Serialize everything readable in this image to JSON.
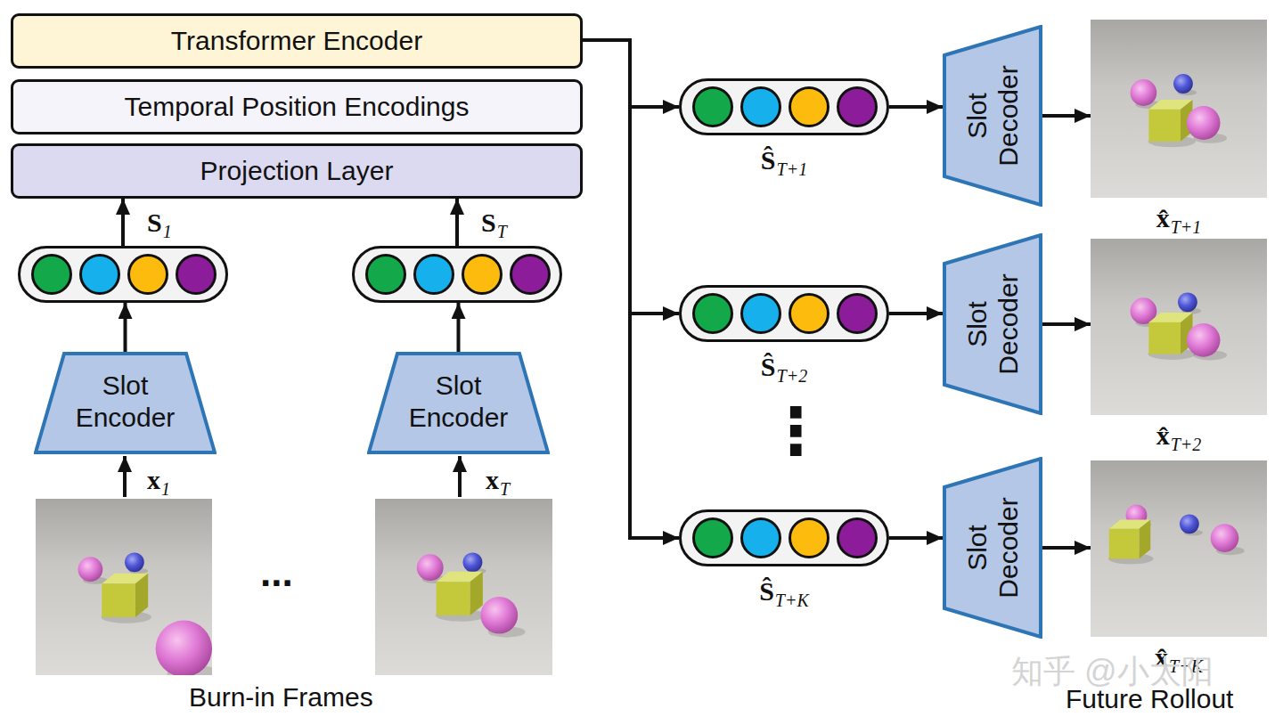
{
  "diagram": {
    "nodes": [
      {
        "text": [
          "Transformer Encoder"
        ]
      },
      {
        "text": [
          "Temporal Position Encodings"
        ]
      },
      {
        "text": [
          "Projection Layer"
        ]
      },
      {
        "text": [
          "S1"
        ]
      },
      {
        "text": [
          "ST"
        ]
      },
      {
        "text": [
          "Slot Encoder"
        ]
      },
      {
        "text": [
          "Slot Encoder"
        ]
      },
      {
        "text": [
          "ŜT+1"
        ]
      },
      {
        "text": [
          "Slot Decoder"
        ]
      },
      {
        "text": [
          "x̂T+1"
        ]
      },
      {
        "text": [
          "ŜT+2"
        ]
      },
      {
        "text": [
          "Slot Decoder"
        ]
      },
      {
        "text": [
          "x̂T+2"
        ]
      },
      {
        "text": [
          "ŜT+K"
        ]
      },
      {
        "text": [
          "Slot Decoder"
        ]
      },
      {
        "text": [
          "x̂T+K"
        ]
      }
    ],
    "edges": [
      {
        "from": 5,
        "to": 3,
        "arrow": "to"
      },
      {
        "from": 6,
        "to": 4,
        "arrow": "to"
      },
      {
        "from": 3,
        "to": 2,
        "arrow": "to"
      },
      {
        "from": 4,
        "to": 2,
        "arrow": "to"
      },
      {
        "from": 0,
        "to": 7,
        "arrow": "to"
      },
      {
        "from": 0,
        "to": 10,
        "arrow": "to"
      },
      {
        "from": 0,
        "to": 13,
        "arrow": "to"
      },
      {
        "from": 7,
        "to": 8,
        "arrow": "to"
      },
      {
        "from": 8,
        "to": 9,
        "arrow": "to"
      },
      {
        "from": 10,
        "to": 11,
        "arrow": "to"
      },
      {
        "from": 11,
        "to": 12,
        "arrow": "to"
      },
      {
        "from": 13,
        "to": 14,
        "arrow": "to"
      },
      {
        "from": 14,
        "to": 15,
        "arrow": "to"
      }
    ],
    "labels": [
      "x1",
      "xT",
      "...",
      "⋮",
      "Burn-in Frames",
      "Future Rollout",
      "知乎 @小太阳"
    ]
  }
}
